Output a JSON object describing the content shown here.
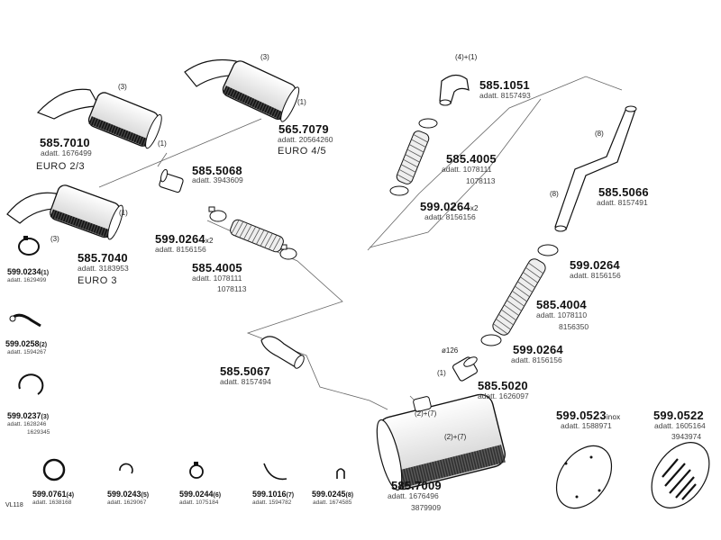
{
  "parts": [
    {
      "id": "m7010",
      "number": "585.7010",
      "adatt": "adatt. 1676499",
      "note": "(3)",
      "euro": "EURO 2/3",
      "qty": ""
    },
    {
      "id": "m7079",
      "number": "565.7079",
      "adatt": "adatt. 20564260",
      "note": "(3)",
      "note2": "(1)",
      "euro": "EURO 4/5",
      "qty": ""
    },
    {
      "id": "m7040",
      "number": "585.7040",
      "adatt": "adatt. 3183953",
      "note": "(1)",
      "euro": "EURO 3",
      "qty": ""
    },
    {
      "id": "p5068",
      "number": "585.5068",
      "adatt": "adatt. 3943609",
      "note": "(1)"
    },
    {
      "id": "c0264a",
      "number": "599.0264",
      "qty": "x2",
      "adatt": "adatt. 8156156"
    },
    {
      "id": "f4005a",
      "number": "585.4005",
      "adatt": "adatt. 1078111",
      "adatt2": "1078113"
    },
    {
      "id": "p5067",
      "number": "585.5067",
      "adatt": "adatt. 8157494"
    },
    {
      "id": "p1051",
      "number": "585.1051",
      "adatt": "adatt. 8157493",
      "note": "(4)+(1)"
    },
    {
      "id": "f4005b",
      "number": "585.4005",
      "adatt": "adatt. 1078111",
      "adatt2": "1078113"
    },
    {
      "id": "c0264b",
      "number": "599.0264",
      "qty": "x2",
      "adatt": "adatt. 8156156"
    },
    {
      "id": "p5066",
      "number": "585.5066",
      "adatt": "adatt. 8157491",
      "note": "(8)",
      "note2": "(8)"
    },
    {
      "id": "c0264c",
      "number": "599.0264",
      "adatt": "adatt. 8156156"
    },
    {
      "id": "f4004",
      "number": "585.4004",
      "adatt": "adatt. 1078110",
      "adatt2": "8156350"
    },
    {
      "id": "c0264d",
      "number": "599.0264",
      "adatt": "adatt. 8156156"
    },
    {
      "id": "p5020",
      "number": "585.5020",
      "adatt": "adatt. 1626097",
      "note": "(1)",
      "dia": "ø126"
    },
    {
      "id": "m7009",
      "number": "585.7009",
      "adatt": "adatt. 1676496",
      "adatt2": "3879909",
      "note": "(2)+(7)",
      "note2": "(2)+(7)"
    },
    {
      "id": "g0523",
      "number": "599.0523",
      "qty": "inox",
      "adatt": "adatt. 1588971"
    },
    {
      "id": "g0522",
      "number": "599.0522",
      "adatt": "adatt. 1605164",
      "adatt2": "3943974"
    },
    {
      "id": "s0234",
      "number": "599.0234",
      "qty": "(1)",
      "adatt": "adatt. 1629499",
      "note": "(3)"
    },
    {
      "id": "s0258",
      "number": "599.0258",
      "qty": "(2)",
      "adatt": "adatt. 1594267"
    },
    {
      "id": "s0237",
      "number": "599.0237",
      "qty": "(3)",
      "adatt": "adatt. 1628246",
      "adatt2": "1629345"
    },
    {
      "id": "s0761",
      "number": "599.0761",
      "qty": "(4)",
      "adatt": "adatt. 1638168"
    },
    {
      "id": "s0243",
      "number": "599.0243",
      "qty": "(5)",
      "adatt": "adatt. 1629067"
    },
    {
      "id": "s0244",
      "number": "599.0244",
      "qty": "(6)",
      "adatt": "adatt. 1075184"
    },
    {
      "id": "s1016",
      "number": "599.1016",
      "qty": "(7)",
      "adatt": "adatt. 1594782"
    },
    {
      "id": "s0245",
      "number": "599.0245",
      "qty": "(8)",
      "adatt": "adatt. 1674585"
    }
  ],
  "footer": {
    "code": "VL118"
  }
}
